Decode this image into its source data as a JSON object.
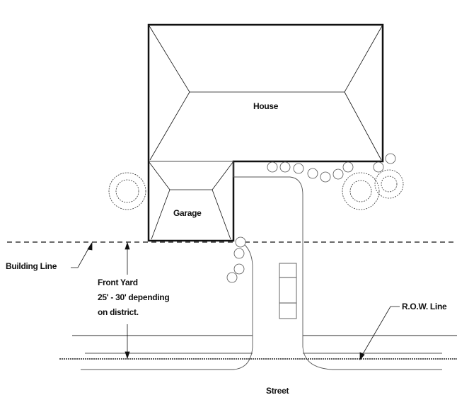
{
  "labels": {
    "house": "House",
    "garage": "Garage",
    "building_line": "Building Line",
    "front_yard": [
      "Front Yard",
      "25' - 30' depending",
      "on district."
    ],
    "row_line": "R.O.W. Line",
    "street": "Street"
  },
  "colors": {
    "line": "#111111",
    "thin": "#555555"
  }
}
